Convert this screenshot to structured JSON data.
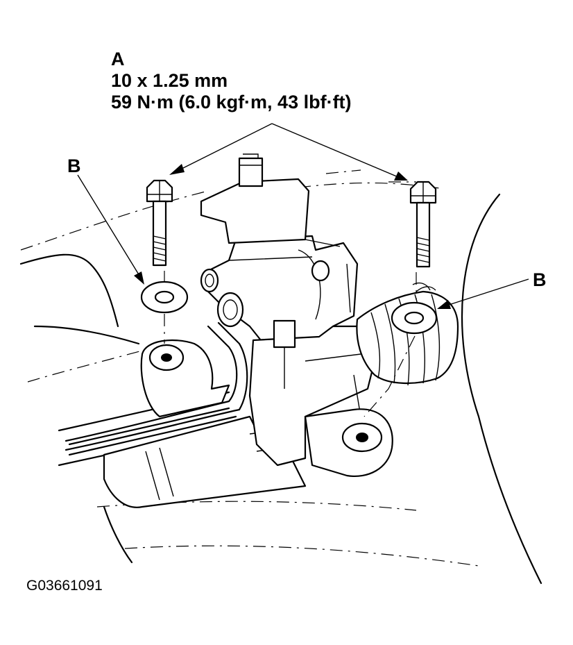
{
  "callouts": {
    "a": {
      "letter": "A",
      "thread": "10 x 1.25 mm",
      "torque": "59 N·m (6.0 kgf·m, 43 lbf·ft)"
    },
    "b_left": {
      "letter": "B"
    },
    "b_right": {
      "letter": "B"
    }
  },
  "figure_id": "G03661091",
  "colors": {
    "ink": "#000000",
    "paper": "#ffffff"
  },
  "icons": [
    "mounting-bolt-icon",
    "washer-icon",
    "steering-gearbox-icon"
  ]
}
